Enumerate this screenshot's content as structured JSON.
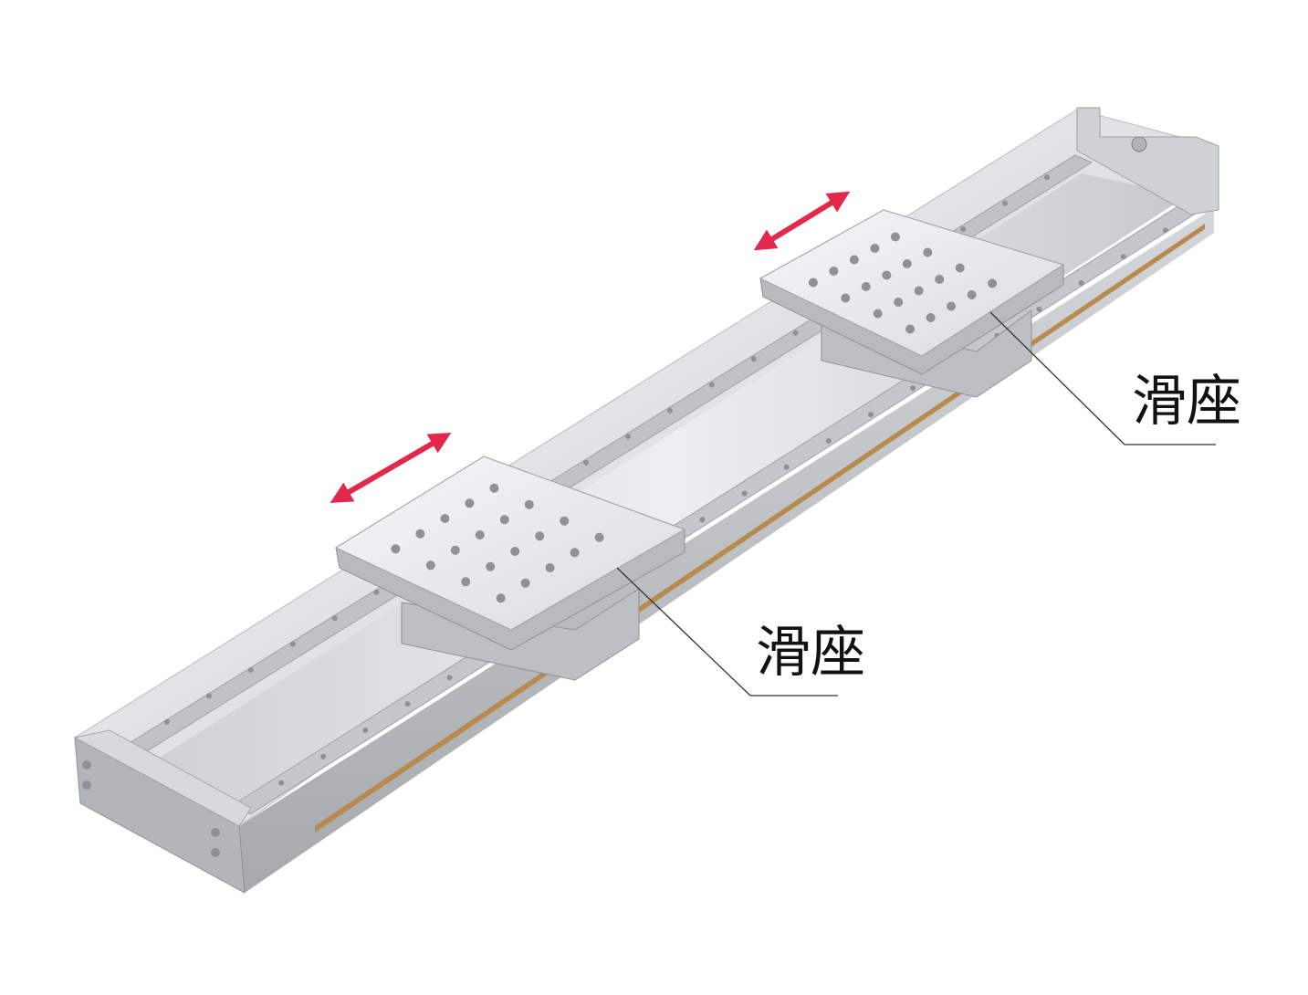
{
  "figure": {
    "callouts": [
      {
        "id": "slider-far",
        "label": "滑座"
      },
      {
        "id": "slider-near",
        "label": "滑座"
      }
    ],
    "colors": {
      "arrow": "#e2284b",
      "frame_light": "#e4e6e9",
      "frame_mid": "#c9cccf",
      "frame_dark": "#9a9da1",
      "belt": "#b78a4e",
      "leader": "#333333",
      "hole": "#8e9196"
    },
    "icons": {
      "motion_arrow": "double-headed-arrow"
    }
  }
}
